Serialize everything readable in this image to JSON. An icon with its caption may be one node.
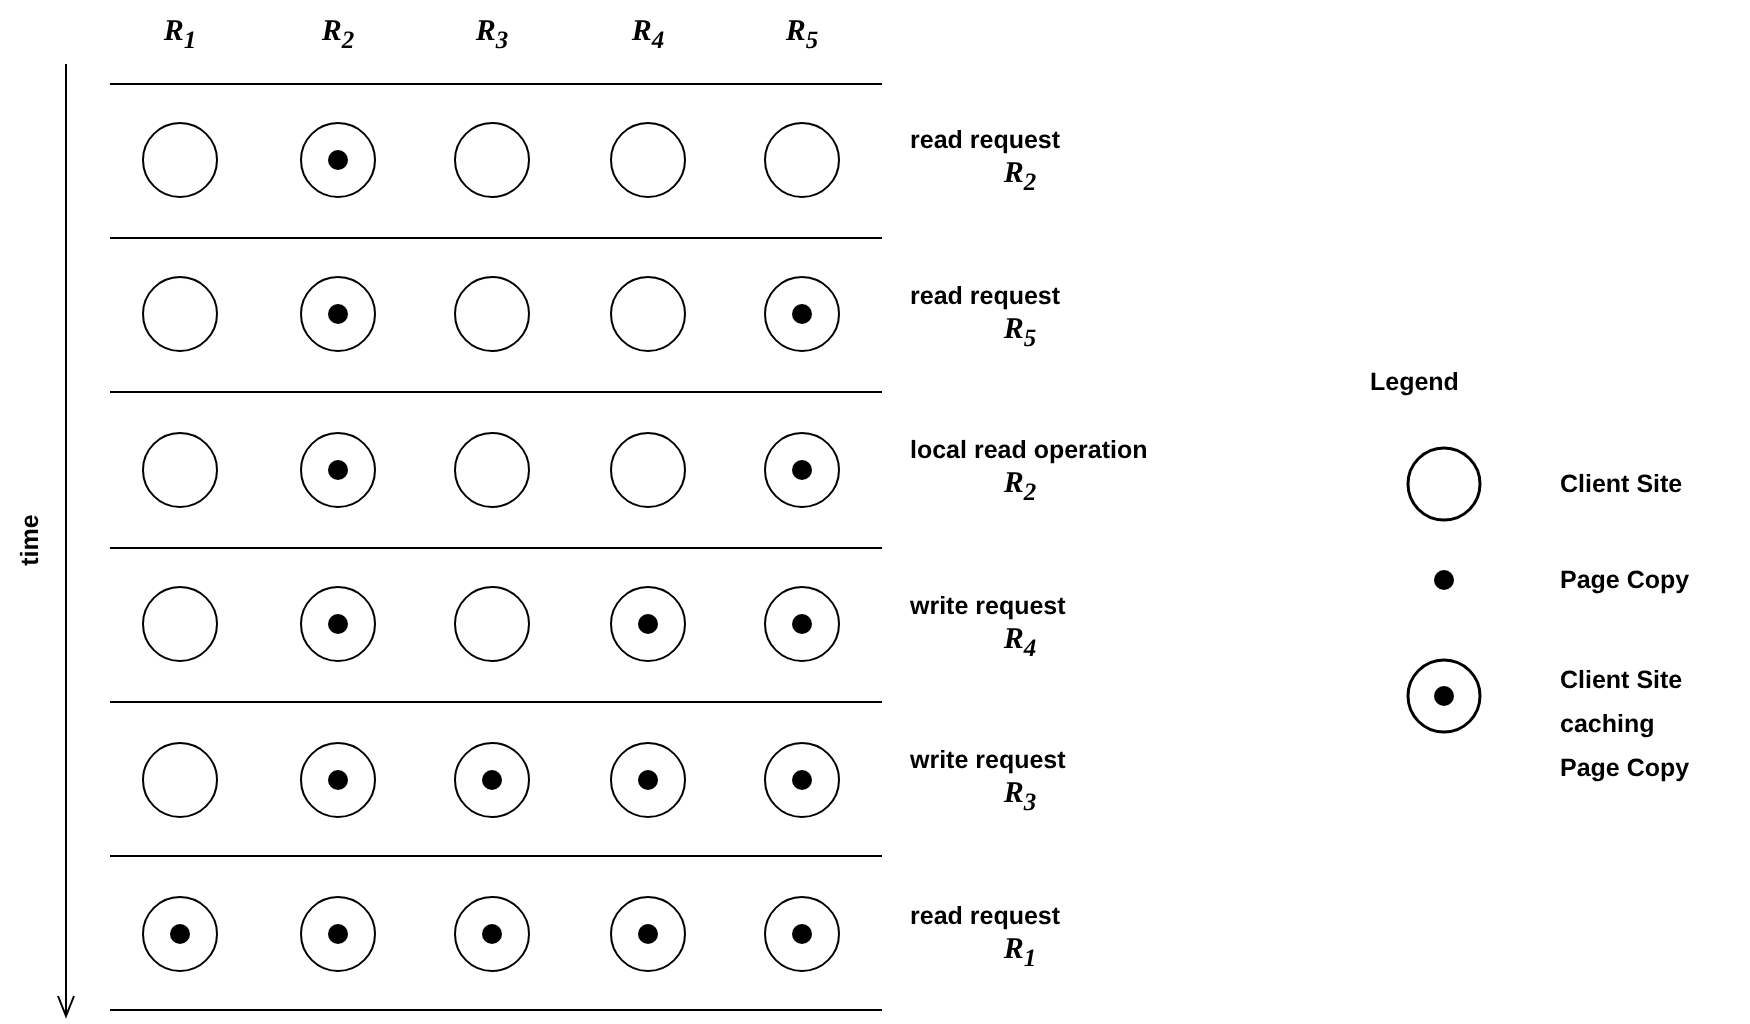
{
  "diagram": {
    "nodes": [
      {
        "text": [],
        "shape": "circle"
      },
      {
        "text": [],
        "shape": "circle"
      },
      {
        "text": [],
        "shape": "dot",
        "in": 1
      },
      {
        "text": [],
        "shape": "circle"
      },
      {
        "text": [],
        "shape": "circle"
      },
      {
        "text": [],
        "shape": "circle"
      },
      {
        "text": [],
        "shape": "circle"
      },
      {
        "text": [],
        "shape": "circle"
      },
      {
        "text": [],
        "shape": "dot",
        "in": 7
      },
      {
        "text": [],
        "shape": "circle"
      },
      {
        "text": [],
        "shape": "circle"
      },
      {
        "text": [],
        "shape": "circle"
      },
      {
        "text": [],
        "shape": "dot",
        "in": 11
      },
      {
        "text": [],
        "shape": "circle"
      },
      {
        "text": [],
        "shape": "circle"
      },
      {
        "text": [],
        "shape": "dot",
        "in": 14
      },
      {
        "text": [],
        "shape": "circle"
      },
      {
        "text": [],
        "shape": "circle"
      },
      {
        "text": [],
        "shape": "circle"
      },
      {
        "text": [],
        "shape": "dot",
        "in": 18
      },
      {
        "text": [],
        "shape": "circle"
      },
      {
        "text": [],
        "shape": "circle"
      },
      {
        "text": [],
        "shape": "dot",
        "in": 21
      },
      {
        "text": [],
        "shape": "circle"
      },
      {
        "text": [],
        "shape": "circle"
      },
      {
        "text": [],
        "shape": "dot",
        "in": 24
      },
      {
        "text": [],
        "shape": "circle"
      },
      {
        "text": [],
        "shape": "dot",
        "in": 26
      },
      {
        "text": [],
        "shape": "circle"
      },
      {
        "text": [],
        "shape": "circle"
      },
      {
        "text": [],
        "shape": "dot",
        "in": 29
      },
      {
        "text": [],
        "shape": "circle"
      },
      {
        "text": [],
        "shape": "dot",
        "in": 31
      },
      {
        "text": [],
        "shape": "circle"
      },
      {
        "text": [],
        "shape": "dot",
        "in": 33
      },
      {
        "text": [],
        "shape": "circle"
      },
      {
        "text": [],
        "shape": "dot",
        "in": 35
      },
      {
        "text": [],
        "shape": "circle"
      },
      {
        "text": [],
        "shape": "dot",
        "in": 37
      },
      {
        "text": [],
        "shape": "circle"
      },
      {
        "text": [],
        "shape": "dot",
        "in": 39
      },
      {
        "text": [],
        "shape": "circle"
      },
      {
        "text": [],
        "shape": "dot",
        "in": 41
      },
      {
        "text": [],
        "shape": "circle"
      },
      {
        "text": [],
        "shape": "dot",
        "in": 43
      },
      {
        "text": [],
        "shape": "circle"
      },
      {
        "text": [],
        "shape": "dot",
        "in": 45
      }
    ],
    "labels": [
      "R$_{1}$",
      "R$_{2}$",
      "R$_{3}$",
      "R$_{4}$",
      "R$_{5}$",
      "read request",
      "R$_{2}$",
      "read request",
      "R$_{5}$",
      "Legend",
      "time",
      "local read operation",
      "R$_{2}$",
      "write request",
      "R$_{4}$",
      "write request",
      "R$_{3}$",
      "read request",
      "R$_{1}$"
    ],
    "legend": [
      {
        "text": "Client Site"
      },
      {
        "text": "Page Copy"
      },
      {
        "text": "Client Site caching Page Copy"
      }
    ]
  }
}
